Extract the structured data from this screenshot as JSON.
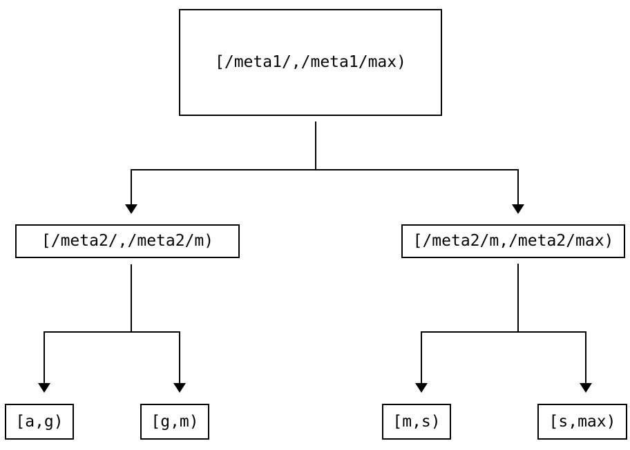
{
  "colors": {
    "background": "#ffffff",
    "line": "#000000",
    "text": "#000000"
  },
  "tree": {
    "type": "range-partition-tree",
    "root": {
      "label": "[/meta1/,/meta1/max)"
    },
    "children": [
      {
        "label": "[/meta2/,/meta2/m)",
        "children": [
          {
            "label": "[a,g)"
          },
          {
            "label": "[g,m)"
          }
        ]
      },
      {
        "label": "[/meta2/m,/meta2/max)",
        "children": [
          {
            "label": "[m,s)"
          },
          {
            "label": "[s,max)"
          }
        ]
      }
    ]
  }
}
